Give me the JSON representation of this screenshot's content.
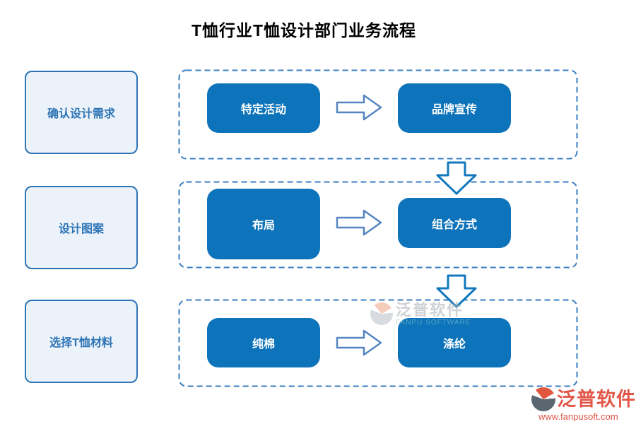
{
  "title": "T恤行业T恤设计部门业务流程",
  "stages": [
    {
      "label": "确认设计需求",
      "nodes": [
        "特定活动",
        "品牌宣传"
      ]
    },
    {
      "label": "设计图案",
      "nodes": [
        "布局",
        "组合方式"
      ]
    },
    {
      "label": "选择T恤材料",
      "nodes": [
        "纯棉",
        "涤纶"
      ]
    }
  ],
  "watermark": {
    "brand": "泛普软件",
    "subtitle": "FANPU SOFTWARE"
  },
  "footer": {
    "brand": "泛普软件",
    "url": "www.fanpusoft.com"
  },
  "colors": {
    "node_fill": "#0d73ba",
    "lane_border": "#3a7ec2",
    "stage_fill": "#ecf2fa",
    "stage_border": "#2e75b6",
    "stage_text": "#2e75b6",
    "right_arrow_stroke": "#5585c2",
    "down_arrow_stroke": "#1278be",
    "brand_red": "#e25749",
    "brand_gray": "#5b6770"
  }
}
